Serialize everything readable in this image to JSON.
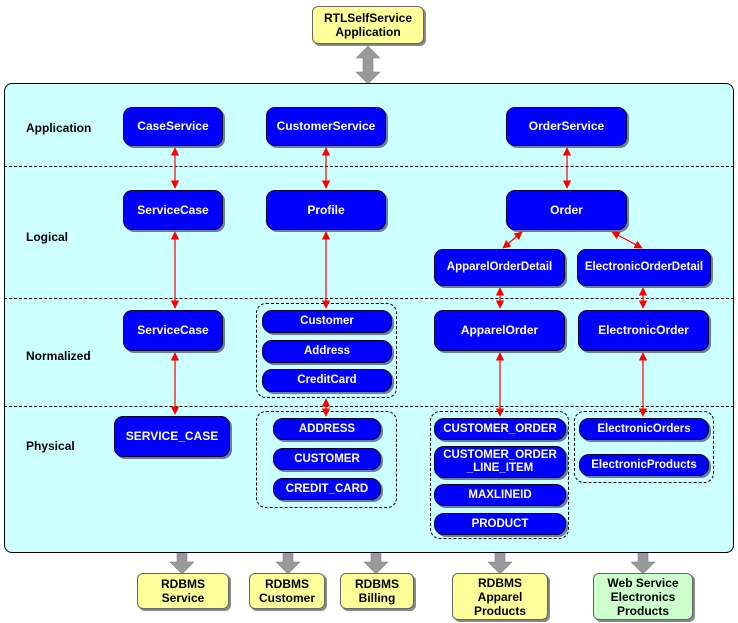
{
  "top_app": {
    "line1": "RTLSelfService",
    "line2": "Application"
  },
  "layers": {
    "application": "Application",
    "logical": "Logical",
    "normalized": "Normalized",
    "physical": "Physical"
  },
  "application": {
    "case_service": "CaseService",
    "customer_service": "CustomerService",
    "order_service": "OrderService"
  },
  "logical": {
    "service_case": "ServiceCase",
    "profile": "Profile",
    "order": "Order",
    "apparel_order_detail": "ApparelOrderDetail",
    "electronic_order_detail": "ElectronicOrderDetail"
  },
  "normalized": {
    "service_case": "ServiceCase",
    "customer": "Customer",
    "address": "Address",
    "credit_card": "CreditCard",
    "apparel_order": "ApparelOrder",
    "electronic_order": "ElectronicOrder"
  },
  "physical": {
    "service_case": "SERVICE_CASE",
    "address": "ADDRESS",
    "customer": "CUSTOMER",
    "credit_card": "CREDIT_CARD",
    "customer_order": "CUSTOMER_ORDER",
    "customer_order_line_item_1": "CUSTOMER_ORDER",
    "customer_order_line_item_2": "_LINE_ITEM",
    "maxlineid": "MAXLINEID",
    "product": "PRODUCT",
    "electronic_orders": "ElectronicOrders",
    "electronic_products": "ElectronicProducts"
  },
  "sources": {
    "rdbms_service": {
      "line1": "RDBMS",
      "line2": "Service"
    },
    "rdbms_customer": {
      "line1": "RDBMS",
      "line2": "Customer"
    },
    "rdbms_billing": {
      "line1": "RDBMS",
      "line2": "Billing"
    },
    "rdbms_apparel": {
      "line1": "RDBMS",
      "line2": "Apparel",
      "line3": "Products"
    },
    "web_service_electronics": {
      "line1": "Web Service",
      "line2": "Electronics",
      "line3": "Products"
    }
  },
  "colors": {
    "panel": "#ccffff",
    "node": "#0000ff",
    "connector": "#ff0000",
    "big_arrow": "#999999",
    "ext_yellow": "#ffff99",
    "ext_green": "#ccffcc"
  }
}
